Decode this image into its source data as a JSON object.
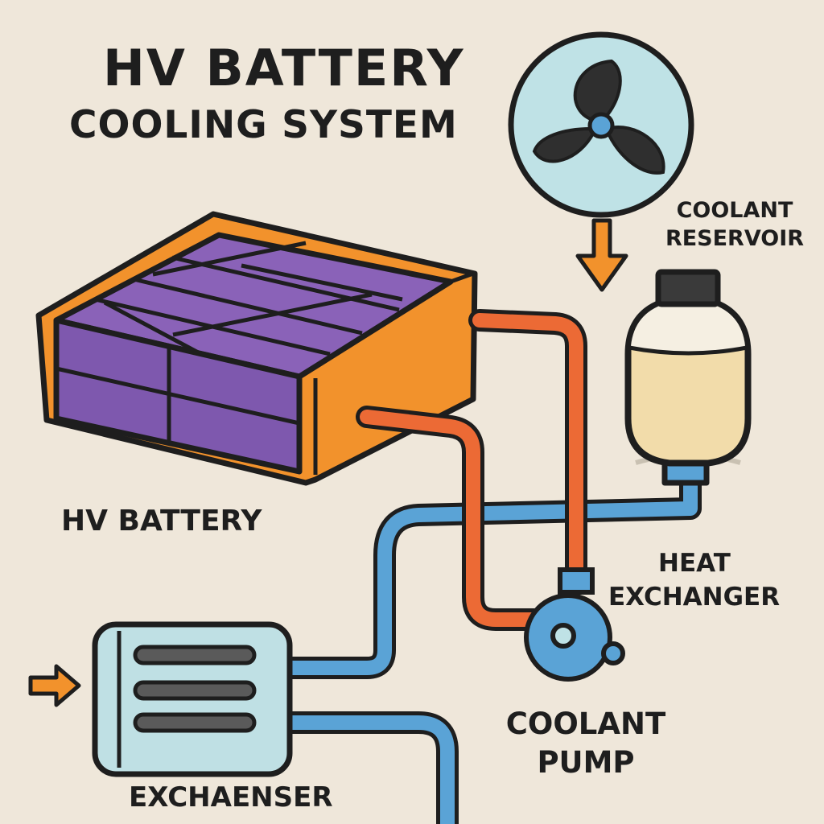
{
  "title": {
    "line1": "HV BATTERY",
    "line2": "COOLING SYSTEM"
  },
  "labels": {
    "battery": "HV BATTERY",
    "reservoir_line1": "COOLANT",
    "reservoir_line2": "RESERVOIR",
    "heat_exchanger_line1": "HEAT",
    "heat_exchanger_line2": "EXCHANGER",
    "pump_line1": "COOLANT",
    "pump_line2": "PUMP",
    "exchanger": "EXCHAENSER"
  },
  "icons": {
    "fan": "fan-icon",
    "airflow_down": "arrow-down-icon",
    "airflow_in": "arrow-right-icon"
  },
  "colors": {
    "background": "#efe7da",
    "outline": "#1e1e1e",
    "battery_cells": "#8a62b8",
    "battery_case": "#f2922c",
    "hot_pipe": "#ec6a35",
    "cold_pipe": "#5aa3d6",
    "fan_disk": "#bfe2e6",
    "fan_blade": "#2f2f2f",
    "reservoir_fluid": "#f2dcaa",
    "exchanger_body": "#bfe0e4",
    "arrow": "#f2922c"
  }
}
